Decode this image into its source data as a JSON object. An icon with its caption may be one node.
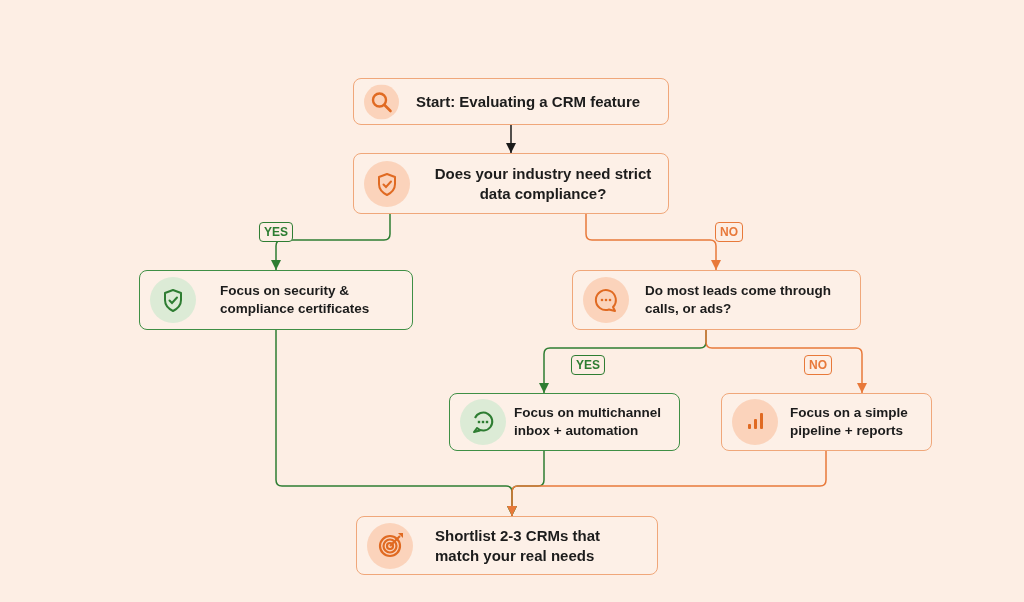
{
  "diagram": {
    "nodes": [
      {
        "text": [
          "Start: Evaluating a CRM feature"
        ]
      },
      {
        "text": [
          "Does your industry need strict data compliance?"
        ]
      },
      {
        "text": [
          "Focus on security & compliance certificates"
        ]
      },
      {
        "text": [
          "Do most leads come through calls, or ads?"
        ]
      },
      {
        "text": [
          "Focus on multichannel inbox + automation"
        ]
      },
      {
        "text": [
          "Focus on a simple pipeline + reports"
        ]
      },
      {
        "text": [
          "Shortlist 2-3 CRMs that match your real needs"
        ]
      }
    ],
    "edges": [
      {
        "from": 0,
        "to": 1,
        "arrow": "to",
        "color": "#1a1a1a"
      },
      {
        "from": 1,
        "to": 2,
        "arrow": "to",
        "label": "YES"
      },
      {
        "from": 1,
        "to": 3,
        "arrow": "to",
        "label": "NO",
        "color": "#e8793a"
      },
      {
        "from": 3,
        "to": 4,
        "arrow": "to",
        "label": "YES"
      },
      {
        "from": 3,
        "to": 5,
        "arrow": "to",
        "label": "NO",
        "color": "#e8793a"
      },
      {
        "from": 2,
        "to": 6,
        "arrow": "to"
      },
      {
        "from": 4,
        "to": 6,
        "arrow": "to"
      },
      {
        "from": 5,
        "to": 6,
        "arrow": "to",
        "color": "#e8793a"
      }
    ]
  }
}
